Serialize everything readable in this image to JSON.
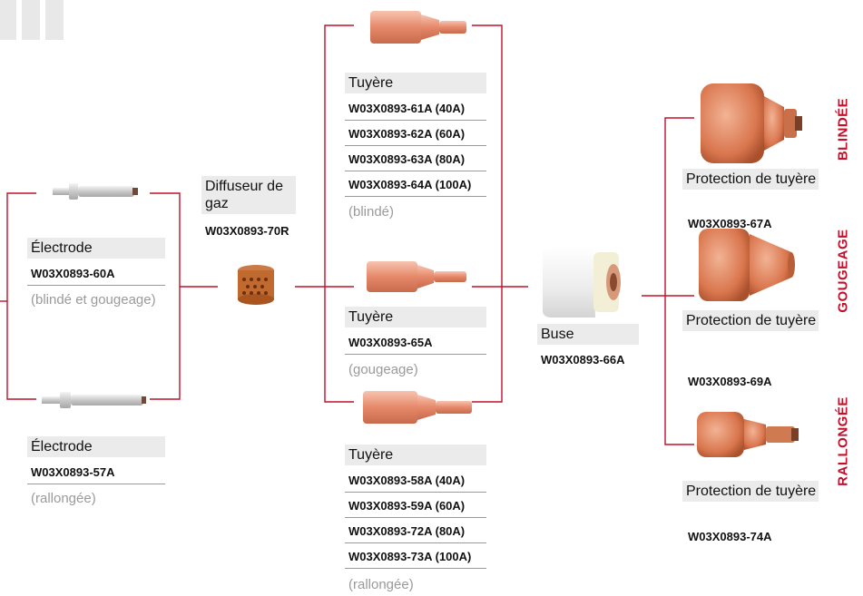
{
  "categories": {
    "shielded": "BLINDÉE",
    "gouging": "GOUGEAGE",
    "extended": "RALLONGÉE"
  },
  "electrode_1": {
    "title": "Électrode",
    "code": "W03X0893-60A",
    "note": "(blindé et gougeage)"
  },
  "electrode_2": {
    "title": "Électrode",
    "code": "W03X0893-57A",
    "note": "(rallongée)"
  },
  "diffuser": {
    "title": "Diffuseur de gaz",
    "code": "W03X0893-70R"
  },
  "nozzle_shielded": {
    "title": "Tuyère",
    "codes": [
      "W03X0893-61A (40A)",
      "W03X0893-62A (60A)",
      "W03X0893-63A (80A)",
      "W03X0893-64A (100A)"
    ],
    "note": "(blindé)"
  },
  "nozzle_gouging": {
    "title": "Tuyère",
    "code": "W03X0893-65A",
    "note": "(gougeage)"
  },
  "nozzle_extended": {
    "title": "Tuyère",
    "codes": [
      "W03X0893-58A (40A)",
      "W03X0893-59A (60A)",
      "W03X0893-72A (80A)",
      "W03X0893-73A (100A)"
    ],
    "note": "(rallongée)"
  },
  "cup": {
    "title": "Buse",
    "code": "W03X0893-66A"
  },
  "shield_1": {
    "title": "Protection de tuyère",
    "code": "W03X0893-67A"
  },
  "shield_2": {
    "title": "Protection de tuyère",
    "code": "W03X0893-69A"
  },
  "shield_3": {
    "title": "Protection de tuyère",
    "code": "W03X0893-74A"
  },
  "colors": {
    "accent": "#c0102a",
    "copper": "#e5876a",
    "line": "#c0102a",
    "divider": "#9a9a9a"
  }
}
